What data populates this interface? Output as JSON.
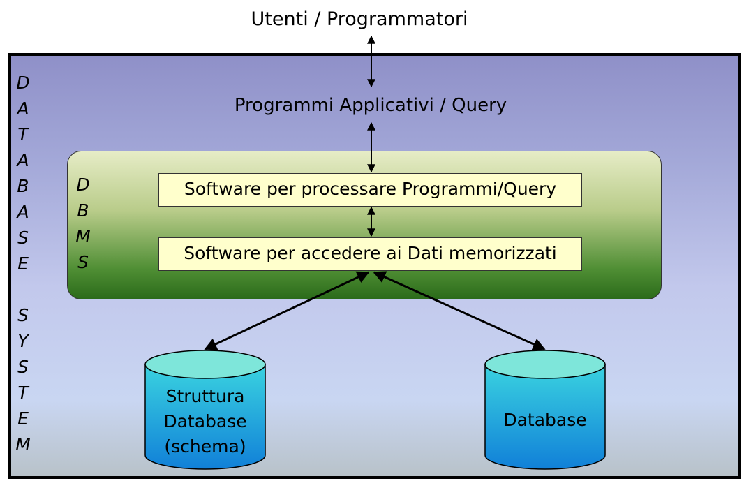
{
  "top_label": "Utenti / Programmatori",
  "apps_label": "Programmi Applicativi / Query",
  "dbms_box": {
    "vertical_letters": [
      "D",
      "B",
      "M",
      "S"
    ],
    "query_software": "Software per processare Programmi/Query",
    "access_software": "Software per accedere ai Dati memorizzati"
  },
  "system_vertical_letters": [
    "D",
    "A",
    "T",
    "A",
    "B",
    "A",
    "S",
    "E",
    "",
    "S",
    "Y",
    "S",
    "T",
    "E",
    "M"
  ],
  "storage": {
    "schema_lines": [
      "Struttura",
      "Database",
      "(schema)"
    ],
    "database_label": "Database"
  },
  "colors": {
    "system_bg": "#a3a8d8",
    "dbms_green": "#2b6b1a",
    "software_box": "#ffffcc",
    "cylinder_top": "#7ee6da",
    "cylinder_body": "#1aa6e0"
  }
}
